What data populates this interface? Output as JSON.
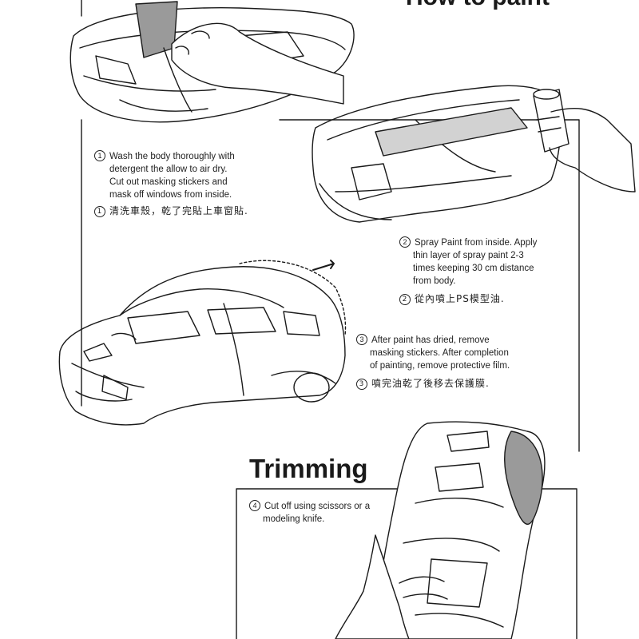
{
  "page": {
    "top_heading_partial": "How to paint"
  },
  "steps": [
    {
      "number": "1",
      "lines": [
        "Wash the body thoroughly with",
        "detergent the allow to air dry.",
        "Cut out masking stickers and",
        "mask off windows from inside."
      ],
      "cjk": "清洗車殼，乾了完貼上車窗貼."
    },
    {
      "number": "2",
      "lines": [
        "Spray Paint from inside. Apply",
        "thin layer of spray paint 2-3",
        "times keeping 30 cm distance",
        "from body."
      ],
      "cjk": "從內噴上PS模型油."
    },
    {
      "number": "3",
      "lines": [
        "After paint has dried, remove",
        "masking stickers. After completion",
        "of painting, remove protective film."
      ],
      "cjk": "噴完油乾了後移去保護膜."
    },
    {
      "number": "4",
      "lines": [
        "Cut off using scissors or a",
        "modeling knife."
      ]
    }
  ],
  "sections": {
    "trimming_title": "Trimming"
  },
  "colors": {
    "ink": "#1a1a1a",
    "shade": "#9a9a9a",
    "paint": "#b8b8b8"
  }
}
